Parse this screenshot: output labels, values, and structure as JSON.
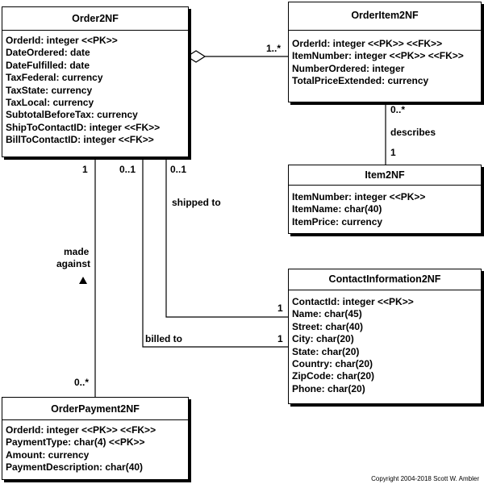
{
  "classes": {
    "order": {
      "name": "Order2NF",
      "attrs": [
        "OrderId: integer <<PK>>",
        "DateOrdered: date",
        "DateFulfilled: date",
        "TaxFederal: currency",
        "TaxState: currency",
        "TaxLocal: currency",
        "SubtotalBeforeTax: currency",
        "ShipToContactID: integer <<FK>>",
        "BillToContactID: integer <<FK>>"
      ]
    },
    "orderitem": {
      "name": "OrderItem2NF",
      "attrs": [
        "OrderId: integer <<PK>> <<FK>>",
        "ItemNumber: integer <<PK>> <<FK>>",
        "NumberOrdered: integer",
        "TotalPriceExtended: currency"
      ]
    },
    "item": {
      "name": "Item2NF",
      "attrs": [
        "ItemNumber: integer <<PK>>",
        "ItemName: char(40)",
        "ItemPrice: currency"
      ]
    },
    "contact": {
      "name": "ContactInformation2NF",
      "attrs": [
        "ContactId: integer <<PK>>",
        "Name: char(45)",
        "Street: char(40)",
        "City: char(20)",
        "State: char(20)",
        "Country: char(20)",
        "ZipCode: char(20)",
        "Phone: char(20)"
      ]
    },
    "payment": {
      "name": "OrderPayment2NF",
      "attrs": [
        "OrderId: integer <<PK>> <<FK>>",
        "PaymentType: char(4) <<PK>>",
        "Amount: currency",
        "PaymentDescription: char(40)"
      ]
    }
  },
  "labels": {
    "order_item_mult": "1..*",
    "item_desc_mult_top": "0..*",
    "describes": "describes",
    "item_desc_mult_bottom": "1",
    "order_pay_mult": "1",
    "order_bill_mult": "0..1",
    "order_ship_mult": "0..1",
    "shipped_to": "shipped to",
    "made": "made",
    "against": "against",
    "ship_contact_mult": "1",
    "billed_to": "billed to",
    "bill_contact_mult": "1",
    "pay_mult": "0..*"
  },
  "copyright": "Copyright 2004-2018 Scott W. Ambler"
}
